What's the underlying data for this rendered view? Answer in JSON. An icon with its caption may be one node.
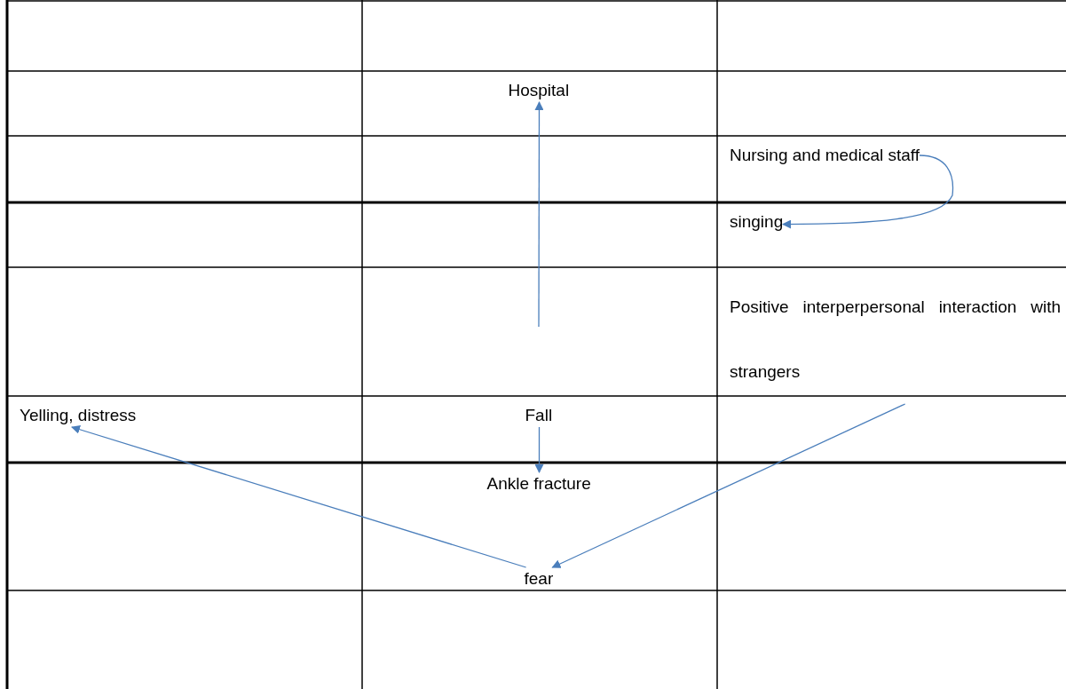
{
  "diagram": {
    "nodes": [
      {
        "text": [
          "Hospital"
        ]
      },
      {
        "text": [
          "Nursing and medical staff"
        ]
      },
      {
        "text": [
          "singing"
        ]
      },
      {
        "text": [
          "Positive interperpersonal interaction with strangers"
        ]
      },
      {
        "text": [
          "Yelling, distress"
        ]
      },
      {
        "text": [
          "Fall"
        ]
      },
      {
        "text": [
          "Ankle fracture"
        ]
      },
      {
        "text": [
          "fear"
        ]
      }
    ],
    "edges": [
      {
        "from": null,
        "to": 0,
        "arrow": "to"
      },
      {
        "from": 5,
        "to": 6,
        "arrow": "to"
      },
      {
        "from": 1,
        "to": 2,
        "arrow": "to"
      },
      {
        "from": 3,
        "to": 7,
        "arrow": "to"
      },
      {
        "from": 7,
        "to": 4,
        "arrow": "to"
      }
    ]
  }
}
